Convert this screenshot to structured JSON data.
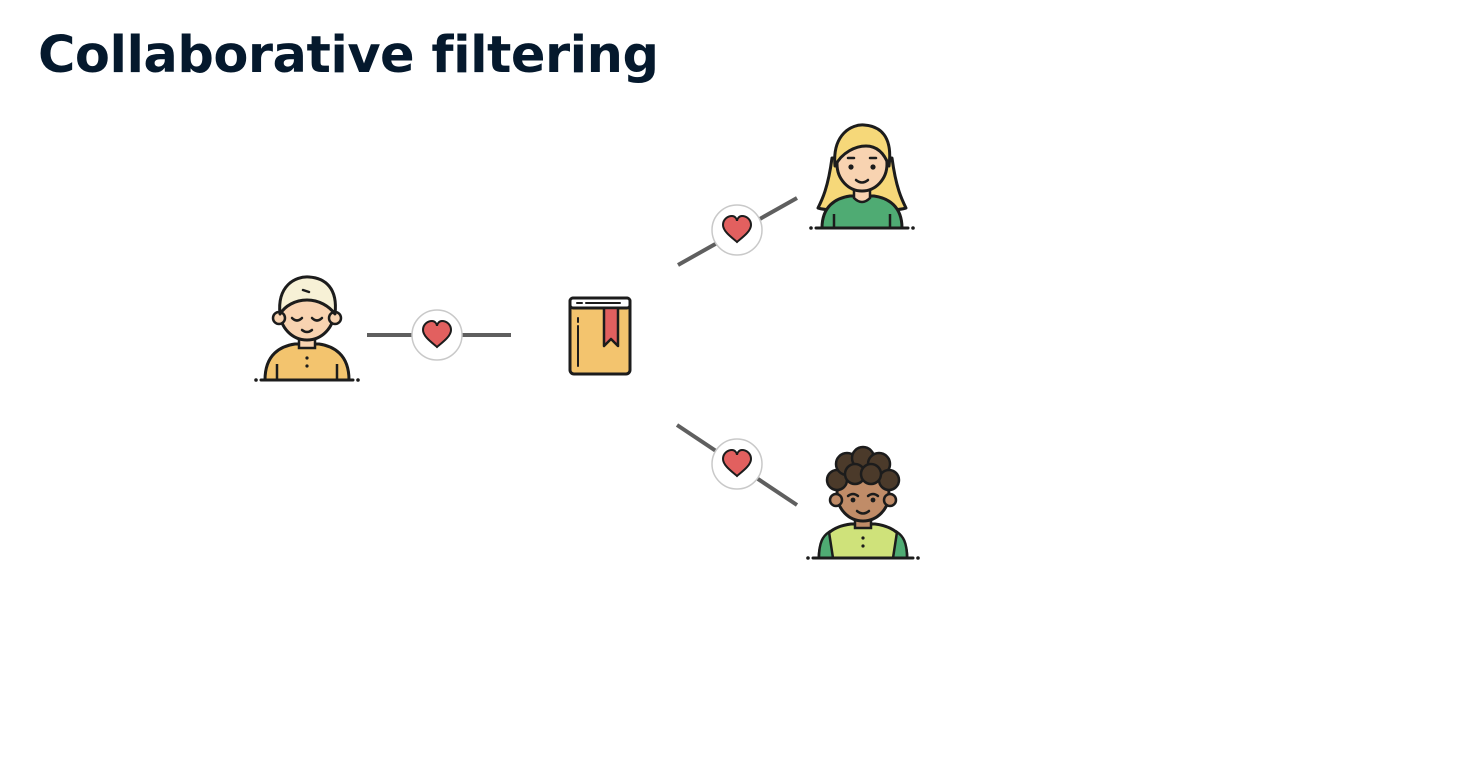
{
  "slide": {
    "title": "Collaborative filtering"
  },
  "diagram": {
    "nodes": [
      {
        "id": "user-a",
        "kind": "person",
        "icon": "person-light-hair-icon",
        "shirt_color": "#f3c46e",
        "hair_color": "#f7f1d6",
        "skin_color": "#f8d3b1"
      },
      {
        "id": "book",
        "kind": "item",
        "icon": "book-icon",
        "cover_color": "#f3c46e",
        "bookmark_color": "#e2605f"
      },
      {
        "id": "user-b",
        "kind": "person",
        "icon": "person-blonde-woman-icon",
        "shirt_color": "#4fab73",
        "hair_color": "#f6d879",
        "skin_color": "#f8d3b1"
      },
      {
        "id": "user-c",
        "kind": "person",
        "icon": "person-curly-hair-icon",
        "shirt_color": "#cfe27a",
        "hair_color": "#4b3a2a",
        "skin_color": "#c08c68"
      }
    ],
    "edges": [
      {
        "from": "user-a",
        "to": "book",
        "label_icon": "heart-icon"
      },
      {
        "from": "book",
        "to": "user-b",
        "label_icon": "heart-icon"
      },
      {
        "from": "book",
        "to": "user-c",
        "label_icon": "heart-icon"
      }
    ],
    "colors": {
      "line": "#5f5f5f",
      "heart": "#e2605f",
      "outline": "#1c1c1c",
      "badge_border": "#c9c9c9"
    }
  }
}
